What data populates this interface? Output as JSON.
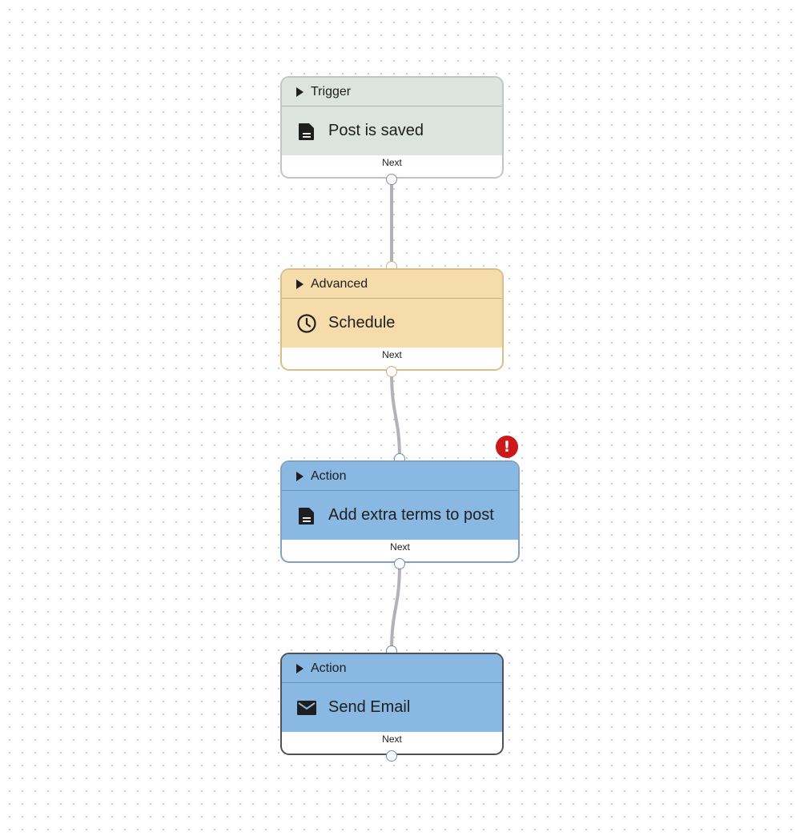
{
  "workflow": {
    "nodes": [
      {
        "category": "Trigger",
        "title": "Post is saved",
        "icon": "document-icon",
        "footer": "Next",
        "fill": "#dde3df"
      },
      {
        "category": "Advanced",
        "title": "Schedule",
        "icon": "clock-icon",
        "footer": "Next",
        "fill": "#f7dcab"
      },
      {
        "category": "Action",
        "title": "Add extra terms to post",
        "icon": "document-icon",
        "footer": "Next",
        "fill": "#89b8e2",
        "has_error": true
      },
      {
        "category": "Action",
        "title": "Send Email",
        "icon": "envelope-icon",
        "footer": "Next",
        "fill": "#89b8e2"
      }
    ],
    "error_badge": {
      "symbol": "!",
      "color": "#cc1818"
    },
    "connector_color": "#b3b1b7"
  }
}
